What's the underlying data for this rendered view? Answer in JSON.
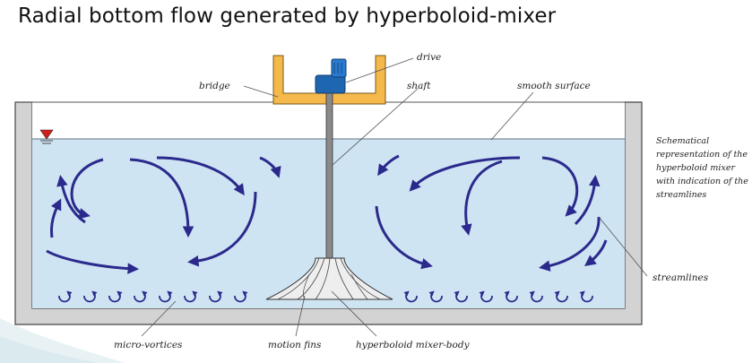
{
  "title": "Radial bottom flow generated by hyperboloid-mixer",
  "labels": {
    "drive": "drive",
    "bridge": "bridge",
    "shaft": "shaft",
    "smooth_surface": "smooth surface",
    "streamlines": "streamlines",
    "micro_vortices": "micro-vortices",
    "motion_fins": "motion fins",
    "mixer_body": "hyperboloid mixer-body"
  },
  "note_lines": [
    "Schematical",
    "representation of the",
    "hyperboloid mixer",
    "with indication of the",
    "streamlines"
  ],
  "colors": {
    "water": "#cfe4f3",
    "tank_wall": "#d3d3d3",
    "bridge": "#f5b84a",
    "drive": "#1f66b0",
    "arrow": "#2b2a8c",
    "water_level_marker": "#d11f1f"
  }
}
